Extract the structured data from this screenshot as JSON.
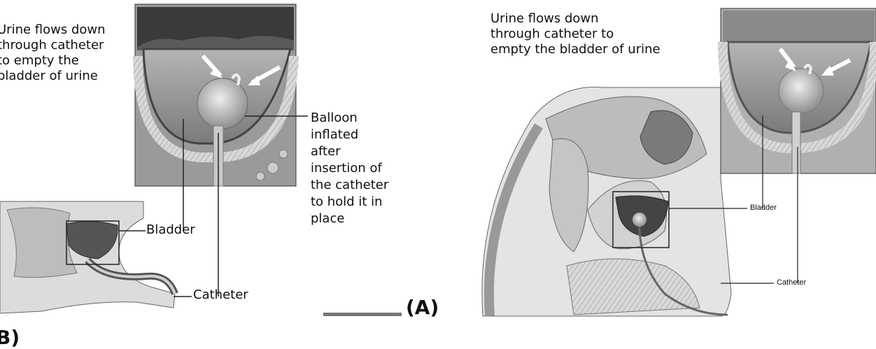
{
  "left_figure": {
    "caption": "Urine flows down\nthrough catheter\nto empty the\nbladder of urine",
    "balloon_label": "Balloon\ninflated\nafter\ninsertion of\nthe catheter\nto hold it in\nplace",
    "bladder_label": "Bladder",
    "catheter_label": "Catheter",
    "panel_letter": "B)"
  },
  "right_figure": {
    "caption": "Urine flows down\nthrough catheter to\nempty the bladder of urine",
    "bladder_label": "Bladder",
    "catheter_label": "Catheter",
    "panel_letter": "(A)"
  },
  "colors": {
    "ink": "#222222",
    "tissue_light": "#d9d9d9",
    "tissue_mid": "#a6a6a6",
    "tissue_dark": "#555555",
    "inset_bg": "#8a8a8a"
  }
}
